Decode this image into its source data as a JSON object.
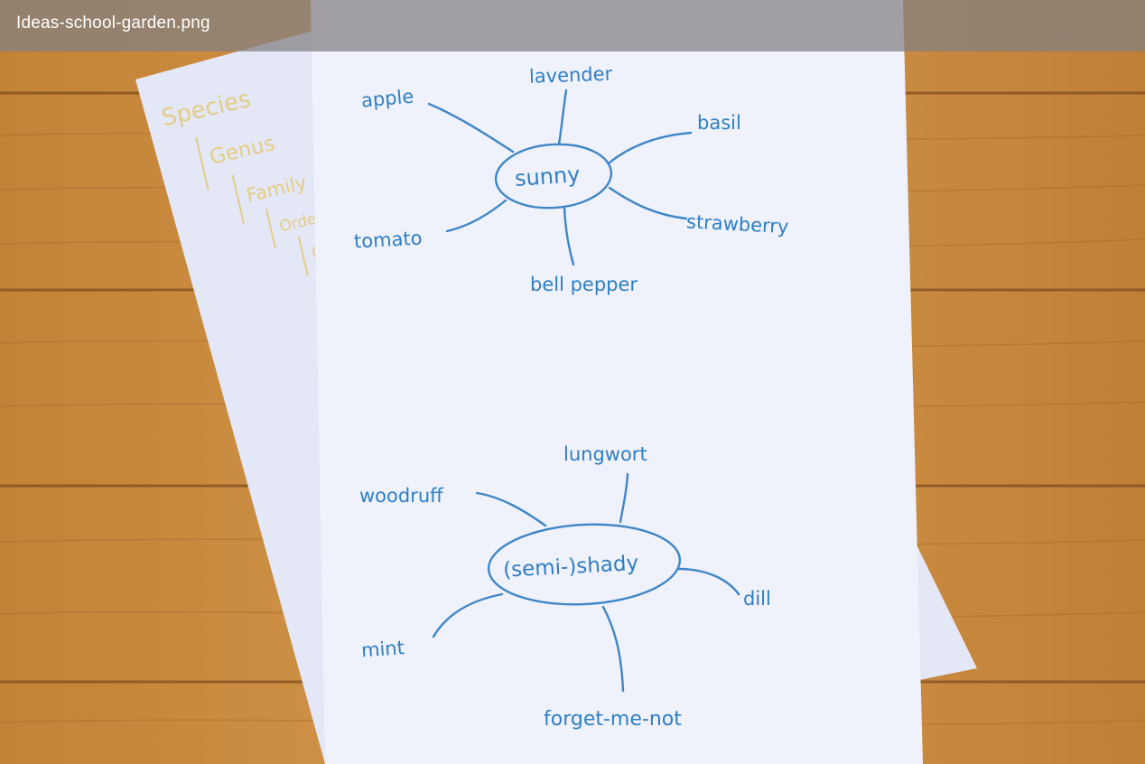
{
  "file_name": "Ideas-school-garden.png",
  "colors": {
    "wood": "#c98a3e",
    "wood_dark": "#a8692a",
    "paper": "#eef0fa",
    "ink": "#2f7fc4",
    "pencil_yellow": "#e8d28a",
    "title_bar": "#828082"
  },
  "back_sheet": {
    "lines": [
      "Species",
      "Genus",
      "Family",
      "Order",
      "Cla"
    ]
  },
  "sunny_map": {
    "center": "sunny",
    "branches": [
      "apple",
      "lavender",
      "basil",
      "strawberry",
      "bell pepper",
      "tomato"
    ]
  },
  "shady_map": {
    "center": "(semi-)shady",
    "branches": [
      "woodruff",
      "lungwort",
      "dill",
      "forget-me-not",
      "mint"
    ]
  }
}
